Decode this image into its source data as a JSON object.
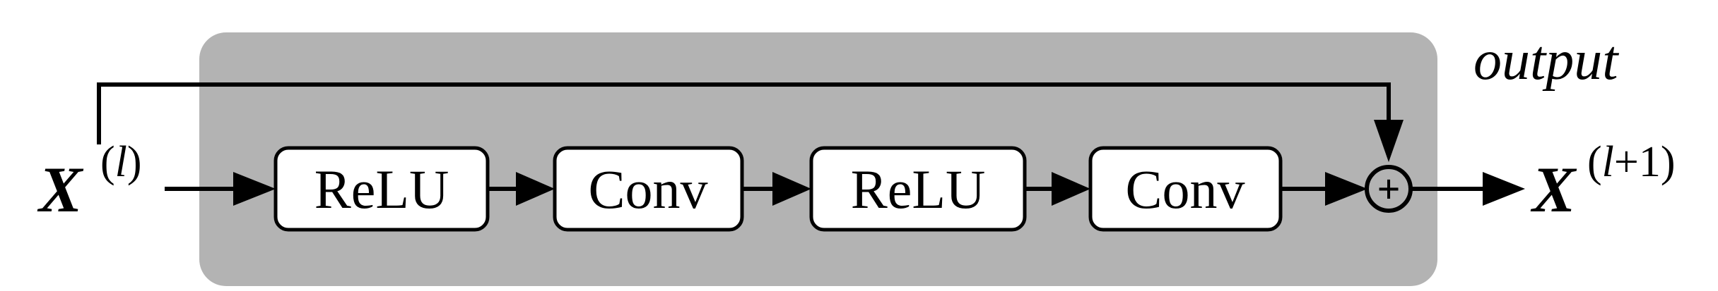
{
  "diagram": {
    "input": {
      "base": "X",
      "superscript_open": "(",
      "superscript_var": "l",
      "superscript_close": ")"
    },
    "output_symbol": {
      "base": "X",
      "superscript_open": "(",
      "superscript_var": "l",
      "superscript_rest": "+1)"
    },
    "output_caption": "output",
    "blocks": [
      {
        "label": "ReLU"
      },
      {
        "label": "Conv"
      },
      {
        "label": "ReLU"
      },
      {
        "label": "Conv"
      }
    ],
    "sum_operator": "+",
    "colors": {
      "panel": "#b3b3b3",
      "block_fill": "#ffffff",
      "stroke": "#000000"
    }
  }
}
